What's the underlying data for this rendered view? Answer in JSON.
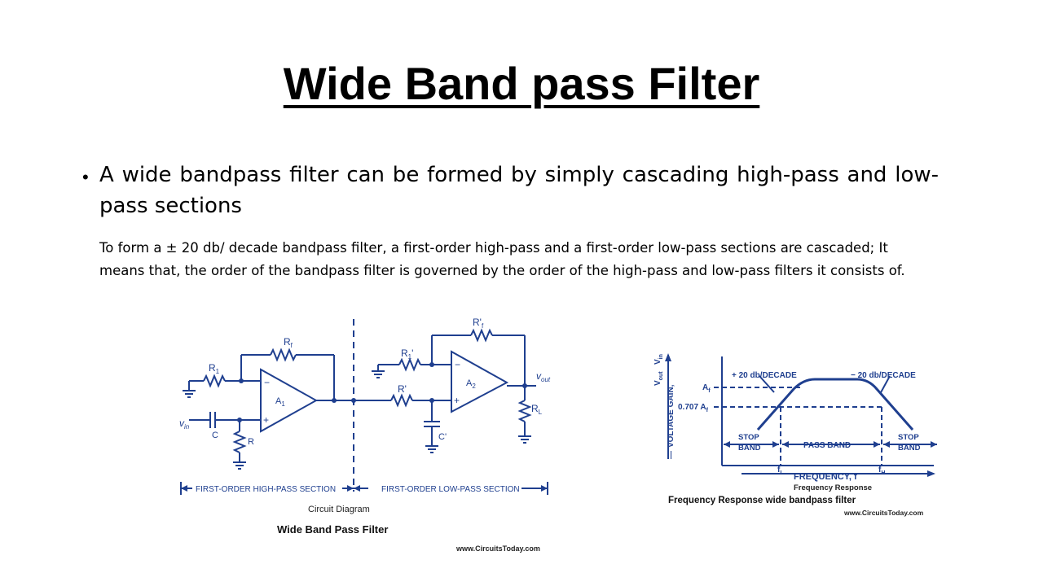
{
  "slide": {
    "title": "Wide Band pass Filter",
    "bullet": "A wide bandpass filter can be formed by simply cascading high-pass and low-pass sections",
    "body": "To form a ± 20 db/ decade bandpass filter, a first-order high-pass and a first-order low-pass sections are cascaded; It means that, the order of the bandpass filter is governed by the order of the high-pass and low-pass filters it consists of."
  },
  "circuit": {
    "rf": "R",
    "rf_sub": "f",
    "r1": "R",
    "r1_sub": "1",
    "a1": "A",
    "a1_sub": "1",
    "c": "C",
    "r": "R",
    "vin": "v",
    "vin_sub": "in",
    "rf2": "R'",
    "rf2_sub": "f",
    "r12": "R",
    "r12_sub": "1",
    "r12_prime": "'",
    "a2": "A",
    "a2_sub": "2",
    "rprime": "R'",
    "cprime": "C'",
    "vout": "v",
    "vout_sub": "out",
    "rl": "R",
    "rl_sub": "L",
    "minus": "−",
    "plus": "+",
    "hp_section": "FIRST-ORDER HIGH-PASS SECTION",
    "lp_section": "FIRST-ORDER LOW-PASS SECTION",
    "caption": "Circuit Diagram",
    "name": "Wide Band Pass Filter",
    "watermark": "www.CircuitsToday.com"
  },
  "response": {
    "plus20": "+ 20 db/DECADE",
    "minus20": "− 20 db/DECADE",
    "af": "A",
    "af_sub": "f",
    "af707": "0.707 A",
    "af707_sub": "f",
    "ylabel": "VOLTAGE GAIN,",
    "yfrac_num": "V",
    "yfrac_num_sub": "out",
    "yfrac_den": "V",
    "yfrac_den_sub": "in",
    "ydash": "—",
    "stop_band": "STOP",
    "band": "BAND",
    "pass_band": "PASS BAND",
    "fl": "f",
    "fl_sub": "L",
    "fh": "f",
    "fh_sub": "H",
    "freq": "FREQUENCY, f",
    "caption": "Frequency Response",
    "name": "Frequency Response wide bandpass filter",
    "watermark": "www.CircuitsToday.com"
  }
}
